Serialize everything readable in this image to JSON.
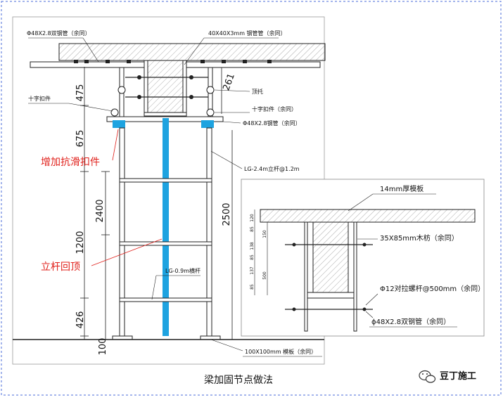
{
  "caption": "梁加固节点做法",
  "brand": "豆丁施工",
  "icon_semantic": "wechat-icon",
  "colors": {
    "blue": "#1ea3e0",
    "red_text": "#e0201b",
    "frame_dash": "#4a6bd8"
  },
  "main_labels": {
    "top_left_pipe": "Φ48X2.8双钢管（余同）",
    "top_beam_pipe": "40X40X3mm 钢管管（余同）",
    "cross_fastener_left": "十字扣件",
    "top_support": "顶托",
    "cross_fastener_right": "十字扣件（余同）",
    "single_pipe": "Φ48X2.8钢管（余同）",
    "pole": "LG-2.4m立杆@1.2m",
    "ledger": "LG-0.9m横杆",
    "base_plank": "100X100mm 模板（余同）"
  },
  "dimensions": {
    "d475": "475",
    "d675": "675",
    "d2400": "2400",
    "d1200": "1200",
    "d426": "426",
    "d100": "100",
    "d261": "261",
    "d2500": "2500"
  },
  "red_annotations": {
    "anti_slip": "增加抗滑扣件",
    "pole_top": "立杆回顶"
  },
  "inset": {
    "slab": "14mm厚模板",
    "battens": "35X85mm木枋（余同）",
    "bolt": "Φ12对拉螺杆@500mm（余同）",
    "pipe": "ϕ48X2.8双钢管（余同）",
    "dims": [
      "120",
      "150",
      "85",
      "138",
      "85",
      "137",
      "85",
      "500"
    ]
  }
}
